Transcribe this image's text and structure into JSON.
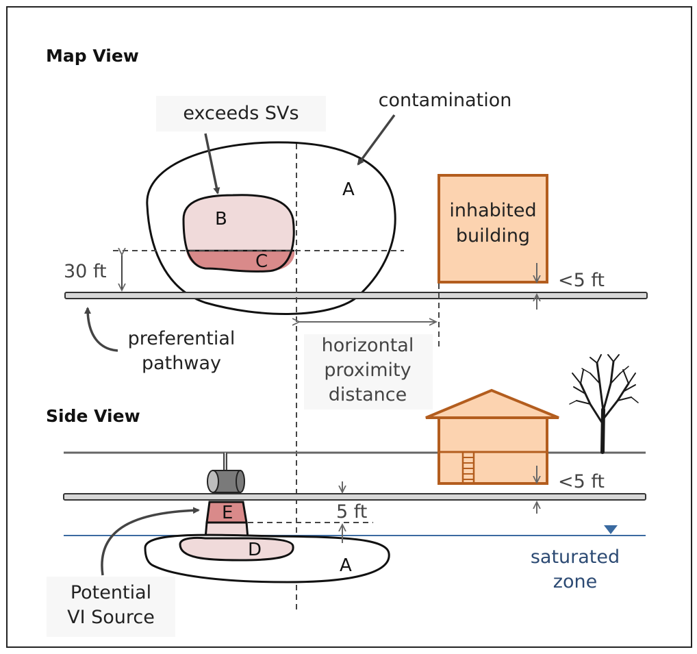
{
  "map_view": {
    "heading": "Map View",
    "label_exceeds": "exceeds SVs",
    "label_contamination": "contamination",
    "zone_a": "A",
    "zone_b": "B",
    "zone_c": "C",
    "building_line1": "inhabited",
    "building_line2": "building",
    "dist_30ft": "30 ft",
    "dist_lt5ft": "<5 ft",
    "pathway_line1": "preferential",
    "pathway_line2": "pathway",
    "horiz_line1": "horizontal",
    "horiz_line2": "proximity",
    "horiz_line3": "distance"
  },
  "side_view": {
    "heading": "Side View",
    "zone_a": "A",
    "zone_d": "D",
    "zone_e": "E",
    "dist_5ft": "5 ft",
    "dist_lt5ft": "<5 ft",
    "saturated_line1": "saturated",
    "saturated_line2": "zone",
    "vi_line1": "Potential",
    "vi_line2": "VI Source"
  },
  "colors": {
    "light_pink": "#f0dada",
    "dark_pink": "#d98a8a",
    "building_fill": "#fcd3b0",
    "building_stroke": "#b35d1e",
    "pipe_fill": "#d8d8d8",
    "water_line": "#3a6aa0"
  }
}
